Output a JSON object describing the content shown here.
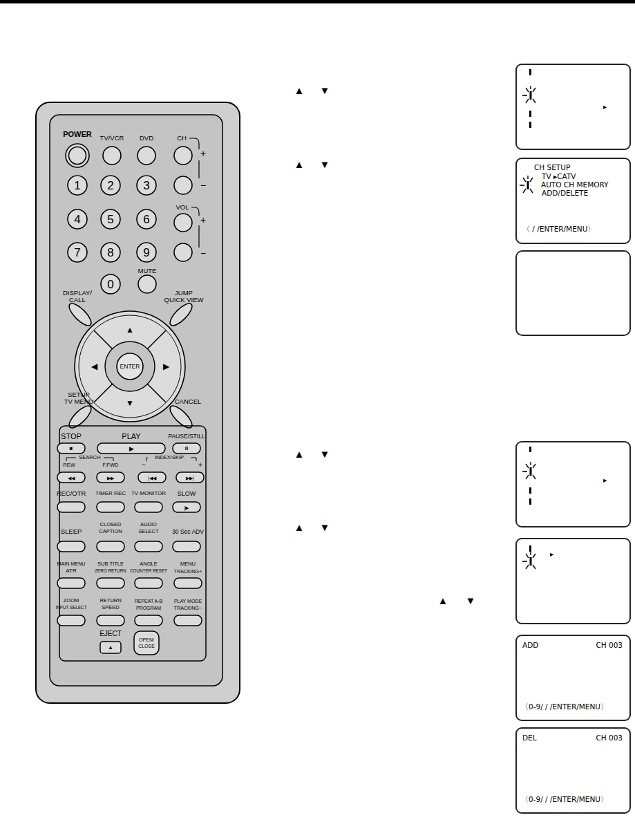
{
  "diagram": {
    "nodes": [
      {
        "text": [
          "▸"
        ]
      },
      {
        "text": [
          "CH SETUP",
          "TV ▸CATV",
          "AUTO CH MEMORY",
          "ADD/DELETE",
          "〈 / /ENTER/MENU〉"
        ]
      },
      {
        "text": [
          "▸"
        ]
      },
      {
        "text": [
          "▸"
        ]
      },
      {
        "text": [
          "ADD",
          "CH 003",
          "〈0-9/ / /ENTER/MENU〉"
        ]
      },
      {
        "text": [
          "DEL",
          "CH 003",
          "〈0-9/ / /ENTER/MENU〉"
        ]
      }
    ],
    "labels": [
      "POWER",
      "TV/VCR",
      "DVD",
      "CH",
      "+",
      "−",
      "1",
      "2",
      "3",
      "4",
      "5",
      "6",
      "7",
      "8",
      "9",
      "0",
      "VOL",
      "+",
      "−",
      "MUTE",
      "DISPLAY/",
      "CALL",
      "JUMP",
      "QUICK VIEW",
      "▲",
      "◀",
      "ENTER",
      "▶",
      "▼",
      "SETUP",
      "TV MENU",
      "CANCEL",
      "STOP",
      "PLAY",
      "PAUSE/STILL",
      "■",
      "▶",
      "II",
      "SEARCH",
      "REW",
      "F.FWD",
      "INDEX/SKIP",
      "−",
      "+",
      "◀◀",
      "▶▶",
      "|◀◀",
      "▶▶|",
      "REC/OTR",
      "TIMER REC",
      "TV MONITOR",
      "SLOW",
      "|▶",
      "SLEEP",
      "CLOSED",
      "CAPTION",
      "AUDIO",
      "SELECT",
      "30 Sec ADV",
      "MAIN MENU",
      "ATR",
      "SUB TITLE",
      "ZERO RETURN",
      "ANGLE",
      "COUNTER RESET",
      "MENU",
      "TRACKING+",
      "ZOOM",
      "INPUT SELECT",
      "RETURN",
      "SPEED",
      "REPEAT A-B",
      "PROGRAM",
      "PLAY MODE",
      "TRACKING−",
      "EJECT",
      "▲",
      "OPEN/",
      "CLOSE",
      "▲",
      "▼",
      "▲",
      "▼",
      "▲",
      "▼",
      "▲",
      "▼",
      "▲",
      "▼"
    ]
  }
}
